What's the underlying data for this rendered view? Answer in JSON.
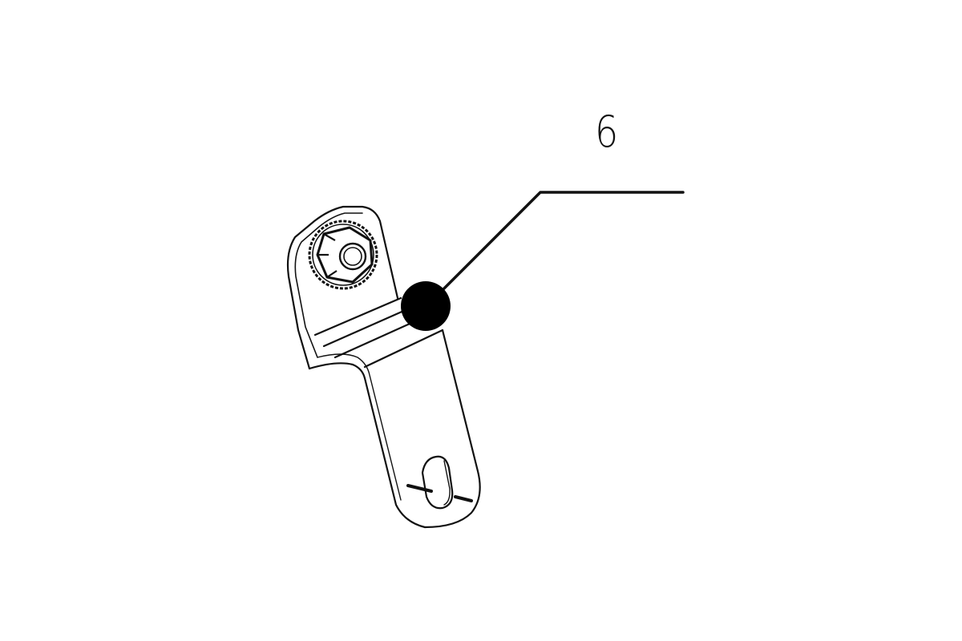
{
  "diagram": {
    "type": "exploded-parts-callout",
    "part_callouts": [
      {
        "number": "6",
        "target": "bracket-bend-marker"
      }
    ],
    "colors": {
      "background": "#ffffff",
      "line": "#111111",
      "marker": "#000000"
    }
  }
}
